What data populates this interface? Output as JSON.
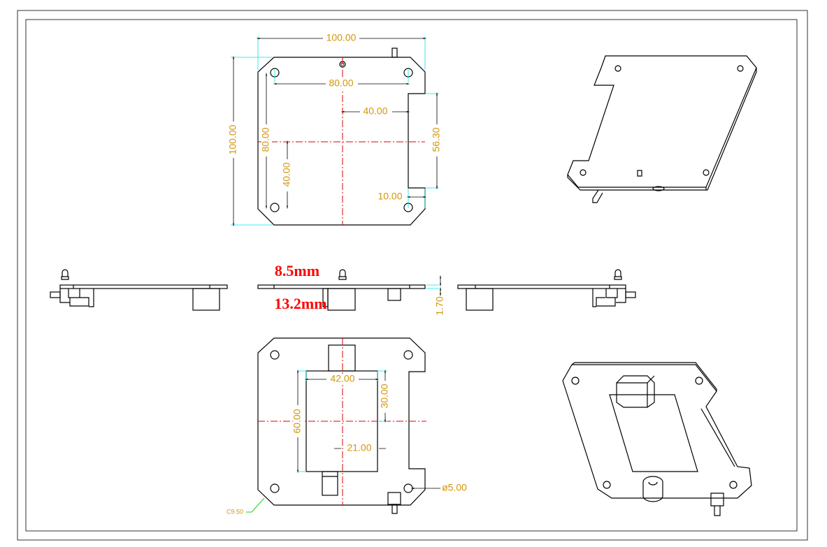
{
  "top_view": {
    "overall_width": "100.00",
    "overall_height": "100.00",
    "hole_spacing_x": "80.00",
    "center_to_notch": "40.00",
    "notch_length": "56.30",
    "notch_depth": "10.00",
    "hole_spacing_y": "80.00",
    "center_to_hole_y": "40.00"
  },
  "side_view": {
    "top_height": "8.5mm",
    "bottom_height": "13.2mm",
    "thickness": "1.70"
  },
  "bottom_view": {
    "module_width": "42.00",
    "module_half_height": "30.00",
    "module_height": "60.00",
    "module_half_width": "21.00",
    "hole_diameter": "ø5.00",
    "chamfer": "C9.50"
  }
}
